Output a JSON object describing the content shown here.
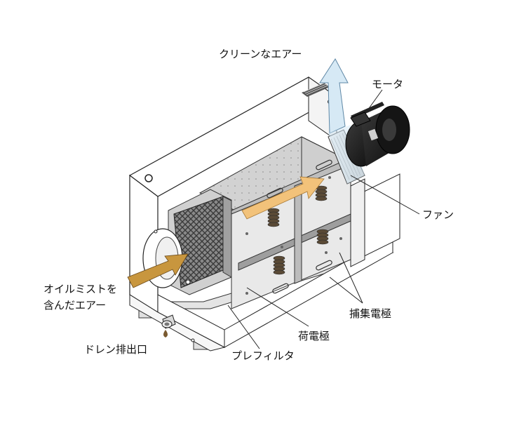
{
  "labels": {
    "clean_air": "クリーンなエアー",
    "motor": "モータ",
    "fan": "ファン",
    "oil_mist_air_line1": "オイルミストを",
    "oil_mist_air_line2": "含んだエアー",
    "collecting_electrode": "捕集電極",
    "charging_electrode": "荷電極",
    "drain_outlet": "ドレン排出口",
    "pre_filter": "プレフィルタ"
  },
  "colors": {
    "inlet_arrow": "#c8963e",
    "internal_flow_arrow": "#f2c27a",
    "clean_air_arrow": "#d6e9f5",
    "motor": "#1c1c1c",
    "housing": "#ffffff",
    "panel": "#d9d9d9",
    "spring": "#5a4a36",
    "oil_drop": "#7a5a30"
  },
  "icons": [
    "motor-icon",
    "fan-icon",
    "filter-mesh-icon",
    "electrode-spring-icon",
    "drain-pipe-icon",
    "oil-drop-icon"
  ]
}
